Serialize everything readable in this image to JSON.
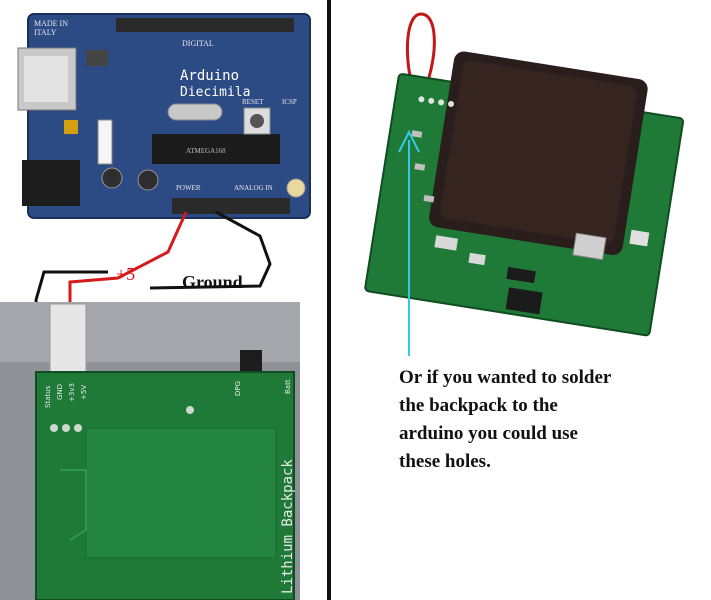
{
  "arduino_board": {
    "made_in": "MADE IN",
    "country": "ITALY",
    "digital": "DIGITAL",
    "brand": "Arduino",
    "model": "Diecimila",
    "reset": "RESET",
    "icsp": "ICSP",
    "power": "POWER",
    "analog_in": "ANALOG IN",
    "chip": "ATMEGA168"
  },
  "wire_labels": {
    "plus5": "+5",
    "ground": "Ground"
  },
  "backpack_board": {
    "title": "Lithium Backpack",
    "pin_status": "Status",
    "pin_gnd": "GND",
    "pin_3v3": "+3v3",
    "pin_5v": "+5V",
    "pin_batt": "Batt",
    "pin_dpg": "DPG"
  },
  "caption": {
    "line1": "Or if you wanted to solder",
    "line2": "the backpack to the",
    "line3": "arduino you could use",
    "line4": "these holes."
  },
  "colors": {
    "arduino_pcb": "#2c4a84",
    "backpack_pcb": "#1f7a38",
    "wire_red": "#d41a1a",
    "wire_black": "#111111",
    "arrow": "#35c9e8"
  }
}
